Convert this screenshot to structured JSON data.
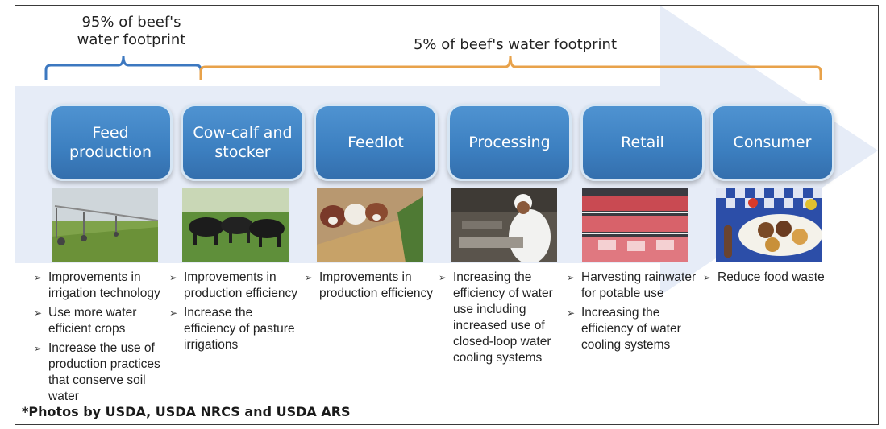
{
  "label_95": "95% of beef's water footprint",
  "label_5": "5% of beef's water footprint",
  "colors": {
    "brace_95": "#3c78c0",
    "brace_5": "#e8a24a",
    "box": "#3f82c4",
    "arrow_bg": "#e6ecf7"
  },
  "stages": [
    {
      "name": "Feed production",
      "photo": "center-pivot-irrigation-field",
      "bullets": [
        "Improvements in irrigation technology",
        "Use more water efficient crops",
        "Increase the use of production practices that conserve soil water"
      ]
    },
    {
      "name": "Cow-calf and stocker",
      "photo": "cattle-grazing-pasture",
      "bullets": [
        "Improvements in production efficiency",
        "Increase the efficiency of pasture irrigations"
      ]
    },
    {
      "name": "Feedlot",
      "photo": "cattle-at-feed-bunk",
      "bullets": [
        "Improvements in production efficiency"
      ]
    },
    {
      "name": "Processing",
      "photo": "meat-processing-worker",
      "bullets": [
        "Increasing the efficiency of water use including increased use of closed-loop water cooling systems"
      ]
    },
    {
      "name": "Retail",
      "photo": "retail-meat-case",
      "bullets": [
        "Harvesting rainwater for potable use",
        "Increasing the efficiency of water cooling systems"
      ]
    },
    {
      "name": "Consumer",
      "photo": "picnic-burgers-plate",
      "bullets": [
        "Reduce food waste"
      ]
    }
  ],
  "footnote": "*Photos by USDA, USDA NRCS and USDA ARS"
}
